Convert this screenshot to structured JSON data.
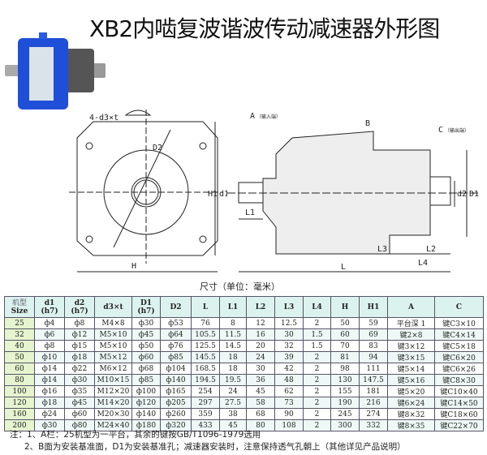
{
  "title": "XB2内啮复波谐波传动减速器外形图",
  "drawing_labels": {
    "front": {
      "holes": "4-d3×t",
      "d2_label": "D2",
      "h1": "H1",
      "d1": "d1",
      "h": "H"
    },
    "section": {
      "a": "A",
      "a_note": "（输入端）",
      "b": "B",
      "c": "C",
      "c_note": "（输出端）",
      "l1": "L1",
      "l2": "L2",
      "l3": "L3",
      "l4": "L4",
      "l": "L",
      "d2": "d2",
      "d1": "D1"
    }
  },
  "units": "尺寸（单位：毫米）",
  "table": {
    "headers": [
      [
        "机型",
        "Size"
      ],
      [
        "d1",
        "(h7)"
      ],
      [
        "d2",
        "(h7)"
      ],
      [
        "d3×t",
        ""
      ],
      [
        "D1",
        "(h7)"
      ],
      [
        "D2",
        ""
      ],
      [
        "L",
        ""
      ],
      [
        "L1",
        ""
      ],
      [
        "L2",
        ""
      ],
      [
        "L3",
        ""
      ],
      [
        "L4",
        ""
      ],
      [
        "H",
        ""
      ],
      [
        "H1",
        ""
      ],
      [
        "A",
        ""
      ],
      [
        "C",
        ""
      ]
    ],
    "rows": [
      [
        "25",
        "ф4",
        "ф8",
        "M4×8",
        "ф30",
        "ф53",
        "76",
        "8",
        "12",
        "12.5",
        "2",
        "50",
        "59",
        "平台深 1",
        "键C3×10"
      ],
      [
        "32",
        "ф6",
        "ф12",
        "M5×10",
        "ф45",
        "ф64",
        "105.5",
        "11.5",
        "16",
        "30",
        "1.5",
        "60",
        "69",
        "键2×8",
        "键C4×14"
      ],
      [
        "40",
        "ф8",
        "ф15",
        "M5×10",
        "ф50",
        "ф76",
        "125.5",
        "14.5",
        "20",
        "32",
        "1.5",
        "70",
        "83",
        "键3×12",
        "键C5×18"
      ],
      [
        "50",
        "ф10",
        "ф18",
        "M5×12",
        "ф60",
        "ф85",
        "145.5",
        "18",
        "24",
        "39",
        "2",
        "81",
        "94",
        "键3×15",
        "键C6×20"
      ],
      [
        "60",
        "ф14",
        "ф22",
        "M6×12",
        "ф68",
        "ф104",
        "168.5",
        "18",
        "30",
        "42",
        "2",
        "98",
        "111",
        "键5×14",
        "键C6×26"
      ],
      [
        "80",
        "ф14",
        "ф30",
        "M10×15",
        "ф85",
        "ф140",
        "194.5",
        "19.5",
        "36",
        "48",
        "2",
        "130",
        "147.5",
        "键5×16",
        "键C8×30"
      ],
      [
        "100",
        "ф16",
        "ф35",
        "M12×20",
        "ф100",
        "ф165",
        "254",
        "24",
        "45",
        "62",
        "2",
        "155",
        "181",
        "键5×20",
        "键C10×40"
      ],
      [
        "120",
        "ф18",
        "ф45",
        "M14×20",
        "ф120",
        "ф205",
        "297",
        "27.5",
        "58",
        "73",
        "2",
        "190",
        "216",
        "键6×24",
        "键C14×50"
      ],
      [
        "160",
        "ф24",
        "ф60",
        "M20×30",
        "ф140",
        "ф260",
        "359",
        "38",
        "68",
        "90",
        "2",
        "245",
        "274",
        "键8×32",
        "键C18×60"
      ],
      [
        "200",
        "ф30",
        "ф80",
        "M24×40",
        "ф180",
        "ф320",
        "433",
        "45",
        "80",
        "108",
        "2",
        "300",
        "332",
        "键8×35",
        "键C22×70"
      ]
    ]
  },
  "notes": [
    "注：1、A栏：25机型为一平台，其余的键按GB/T1096-1979选用",
    "2、B面为安装基准面，D1为安装基准孔；减速器安装时，注意保持透气孔朝上（其他详见产品说明）"
  ],
  "colors": {
    "photo_body": "#1f4fd8",
    "header_bg": "#dcf2ee",
    "size_col_bg": "#e6f4cf"
  }
}
